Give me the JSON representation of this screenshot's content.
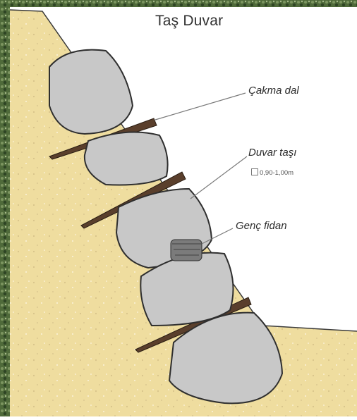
{
  "title": "Taş Duvar",
  "labels": {
    "cakma_dal": "Çakma dal",
    "duvar_tasi": "Duvar taşı",
    "dimension": "0,90-1,00m",
    "genc_fidan": "Genç fidan"
  },
  "colors": {
    "soil": "#efdd9f",
    "stone": "#c8c8c8",
    "stone_outline": "#2f2f2f",
    "stake": "#5a3f2c",
    "vegetation": "#4f6a3a",
    "sky": "#ffffff"
  },
  "icons": [
    "dimension-square-icon"
  ]
}
